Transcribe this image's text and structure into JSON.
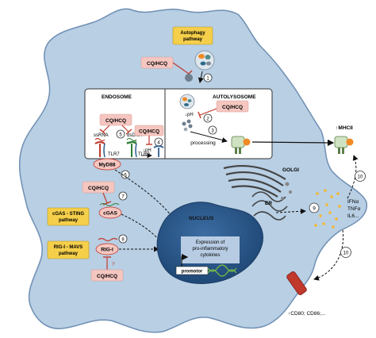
{
  "boxes": {
    "endosome_title": "ENDOSOME",
    "autolysosome_title": "AUTOLYSOSOME",
    "nucleus": "NUCLEUS",
    "golgi": "GOLGI",
    "er": "ER"
  },
  "pathways": {
    "autophagy": [
      "Autophagy",
      "pathway"
    ],
    "cgas_sting": [
      "cGAS - STING",
      "pathway"
    ],
    "rig_mavs": [
      "RIG-I - MAVS",
      "pathway"
    ]
  },
  "drug": "CQ/HCQ",
  "molecules": {
    "ssrna": "ssRNA",
    "dsdna": "dsDNA",
    "tlr7": "TLR7",
    "tlr9": "TLR9",
    "myd88": "MyD88",
    "cgas": "cGAS",
    "rigi": "RIG-I",
    "ph": "pH",
    "ph_down": "↓pH",
    "processing": "processing",
    "mhcii": "↑MHCII",
    "cytokines": [
      "IFNα",
      "TNFα",
      "IL6..."
    ],
    "costim": "↑CD80; CD86;...",
    "question": "?"
  },
  "expression": [
    "Expression of",
    "pro-inflammatory",
    "cytokines"
  ],
  "promotor": "promotor",
  "steps": [
    "1",
    "2",
    "3",
    "4",
    "5",
    "6",
    "7",
    "8",
    "9",
    "10",
    "10"
  ],
  "colors": {
    "cell": "#b8cfe4",
    "cell_edge": "#6f8fb3",
    "nucleus": "#2f5d8f",
    "drug_box": "#f5c6c0",
    "pathway_box": "#f5cf4a",
    "inhibit": "#c0392b"
  }
}
